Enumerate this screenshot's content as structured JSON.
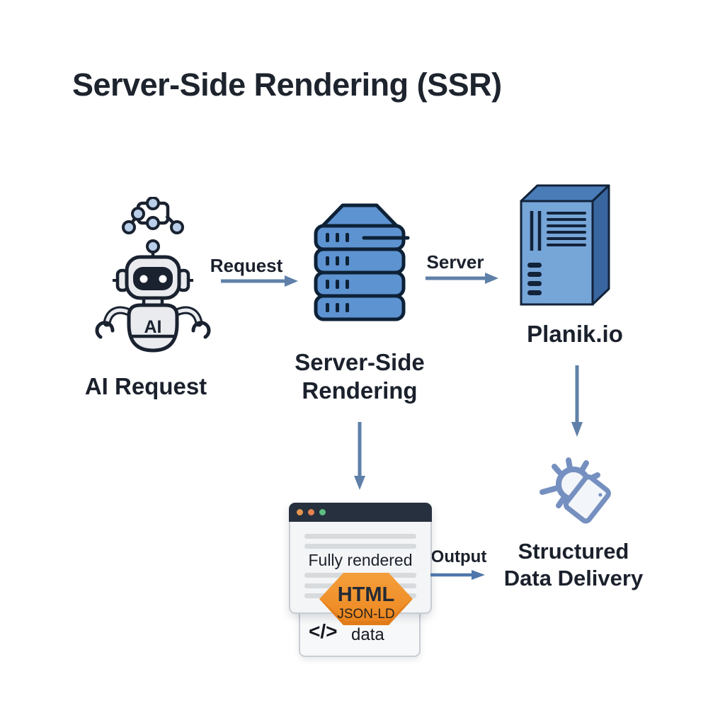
{
  "title": "Server-Side Rendering (SSR)",
  "flow": {
    "ai_node": {
      "label": "AI Request",
      "chest_label": "AI"
    },
    "request_arrow_label": "Request",
    "ssr_node": {
      "label": "Server-Side Rendering"
    },
    "server_arrow_label": "Server",
    "planik_node": {
      "label": "Planik.io"
    },
    "browser_node": {
      "body_text": "Fully rendered",
      "badge_title": "HTML",
      "badge_subtitle": "JSON-LD",
      "code_glyph": "</>",
      "code_caption": "data"
    },
    "output_arrow_label": "Output",
    "structured_node": {
      "label": "Structured Data Delivery"
    }
  },
  "icons": {
    "ai_robot": "ai-robot-icon",
    "network_nodes": "network-nodes-icon",
    "server_stack": "server-stack-icon",
    "server_tower_3d": "server-tower-3d-icon",
    "browser_window": "browser-window-icon",
    "html_hexagon_badge": "html-hexagon-badge",
    "code_tag": "code-tag-icon",
    "gear_document": "gear-document-icon"
  },
  "colors": {
    "text_dark": "#1b212c",
    "arrow_slate_blue": "#5f80a8",
    "arrow_output_blue": "#4f77ab",
    "server_blue": "#5e93d1",
    "dark_outline": "#0d2137",
    "box_front_blue": "#76a5d8",
    "box_side_blue": "#3a66a0",
    "box_top_blue": "#4a7db8",
    "hexagon_orange_light": "#f49f3c",
    "hexagon_orange_dark": "#e8811d",
    "browser_header_dark": "#27303e",
    "dot_orange": "#e5964f",
    "dot_red_orange": "#e5824f",
    "dot_green": "#5dbd82",
    "robot_body_gray": "#e9ebee",
    "node_light_blue": "#b9cfe9",
    "gear_icon_stroke": "#7590c0"
  }
}
